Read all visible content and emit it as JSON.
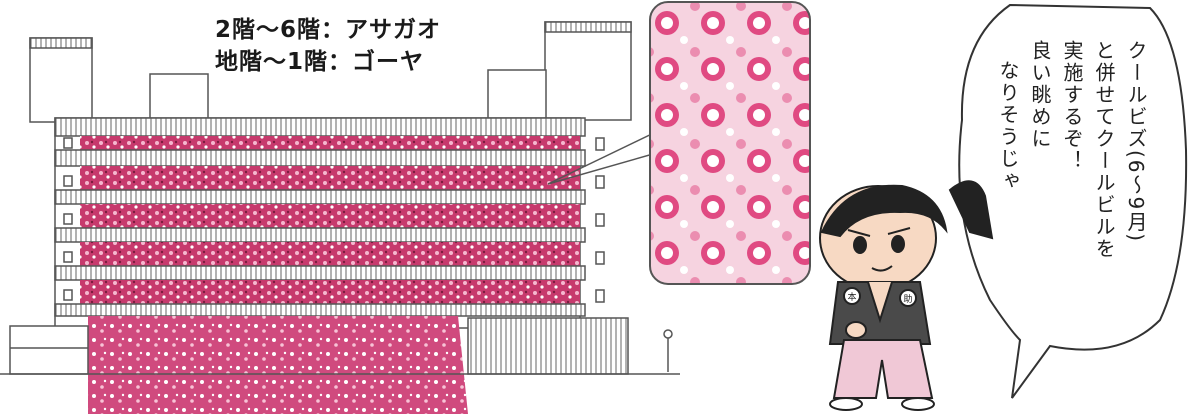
{
  "captions": {
    "line1": "2階～6階：アサガオ",
    "line2": "地階～1階：ゴーヤ"
  },
  "speech": {
    "columns": [
      "クールビズ(6～9月)",
      "と併せてクールビルを",
      "実施するぞ！",
      "良い眺めに",
      "なりそうじゃ"
    ]
  },
  "character": {
    "crest_left": "本",
    "crest_right": "助"
  },
  "colors": {
    "flower_pink": "#d8457a",
    "flower_light": "#f4c6d8",
    "building_line": "#555555",
    "skin": "#f7d9c3",
    "kimono_dark": "#4a4a4a",
    "hakama": "#f0c8d6"
  }
}
